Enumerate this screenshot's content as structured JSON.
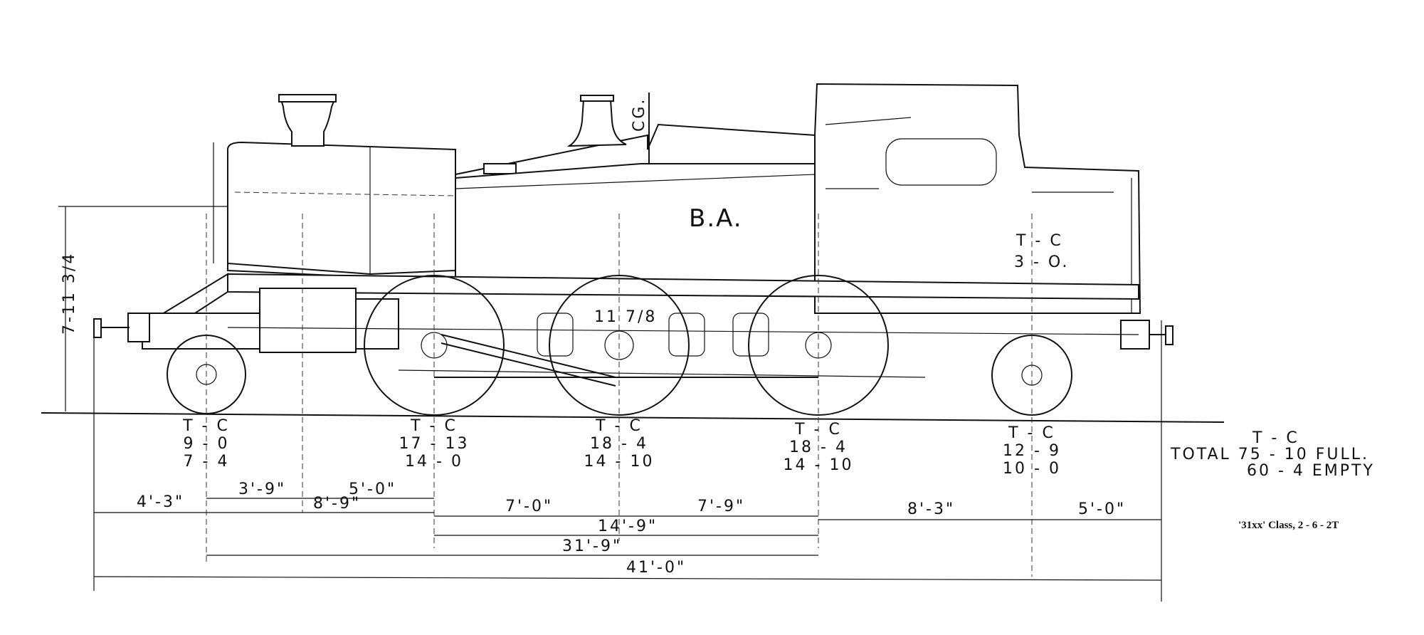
{
  "tank_lettering": "B.A.",
  "cab_weight": {
    "line1": "T - C",
    "line2": "3 - O."
  },
  "cg_label": "CG.",
  "height_dim": "7-11 3/4",
  "piston_dim": "11 7/8",
  "axle_weights": [
    {
      "tc": "T - C",
      "full": "9 - 0",
      "empty": "7 - 4"
    },
    {
      "tc": "T - C",
      "full": "17 - 13",
      "empty": "14 - 0"
    },
    {
      "tc": "T - C",
      "full": "18 - 4",
      "empty": "14 - 10"
    },
    {
      "tc": "T - C",
      "full": "18 - 4",
      "empty": "14 - 10"
    },
    {
      "tc": "T - C",
      "full": "12 - 9",
      "empty": "10 - 0"
    }
  ],
  "total_weights": {
    "tc": "T - C",
    "full": "TOTAL  75 - 10 FULL.",
    "empty": "60 - 4 EMPTY"
  },
  "dimensions": {
    "d1": "4'-3\"",
    "d2": "3'-9\"",
    "d3": "5'-0\"",
    "d4": "8'-9\"",
    "d5": "7'-0\"",
    "d6": "7'-9\"",
    "d7": "8'-3\"",
    "d8": "5'-0\"",
    "d9": "14'-9\"",
    "d10": "31'-9\"",
    "d11": "41'-0\""
  },
  "caption": "'31xx' Class, 2 - 6 - 2T"
}
